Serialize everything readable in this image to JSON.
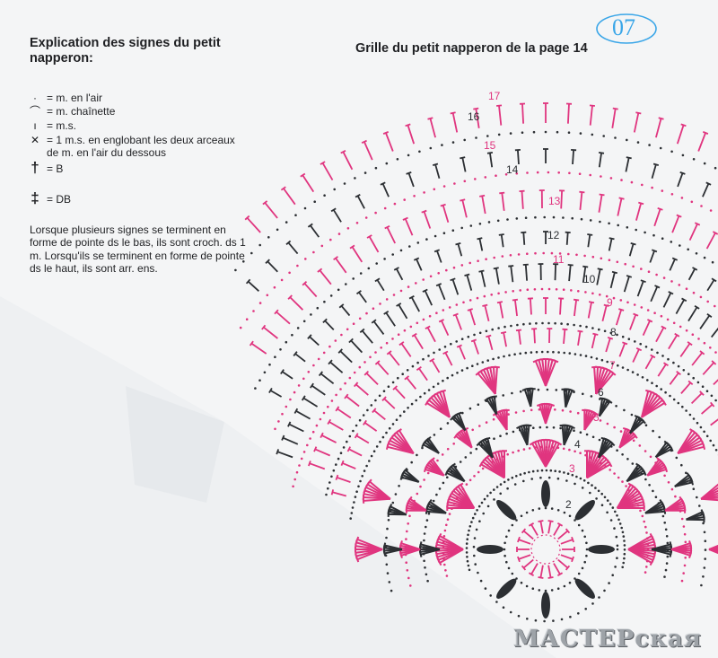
{
  "legend": {
    "title": "Explication des signes du petit napperon:",
    "items": [
      {
        "symbol": "·",
        "icon": "chain-stitch-dot-icon",
        "text": "= m. en l'air"
      },
      {
        "symbol": "⌒",
        "icon": "slip-stitch-arc-icon",
        "text": "= m. chaînette"
      },
      {
        "symbol": "ı",
        "icon": "single-crochet-bar-icon",
        "text": "= m.s."
      },
      {
        "symbol": "✕",
        "icon": "cross-stitch-icon",
        "text": "= 1 m.s. en englobant les deux arceaux",
        "text2": "de m. en l'air du dessous"
      },
      {
        "symbol": "†",
        "icon": "double-crochet-icon",
        "text": "= B"
      },
      {
        "symbol": "‡",
        "icon": "treble-crochet-icon",
        "text": "= DB"
      }
    ],
    "note": "Lorsque plusieurs signes se terminent en forme de pointe ds le bas, ils sont croch. ds 1 m. Lorsqu'ils se terminent en forme de pointe ds le haut, ils sont arr. ens."
  },
  "chart_title": "Grille du petit napperon de la page 14",
  "page_stamp": "07",
  "watermark": "МАСТЕРская",
  "colors": {
    "pink": "#e0357f",
    "dark": "#2c2f33",
    "background": "#f4f5f6"
  },
  "row_labels": [
    "2",
    "3",
    "4",
    "5",
    "6",
    "7",
    "8",
    "9",
    "10",
    "11",
    "12",
    "13",
    "14",
    "15",
    "16",
    "17"
  ]
}
